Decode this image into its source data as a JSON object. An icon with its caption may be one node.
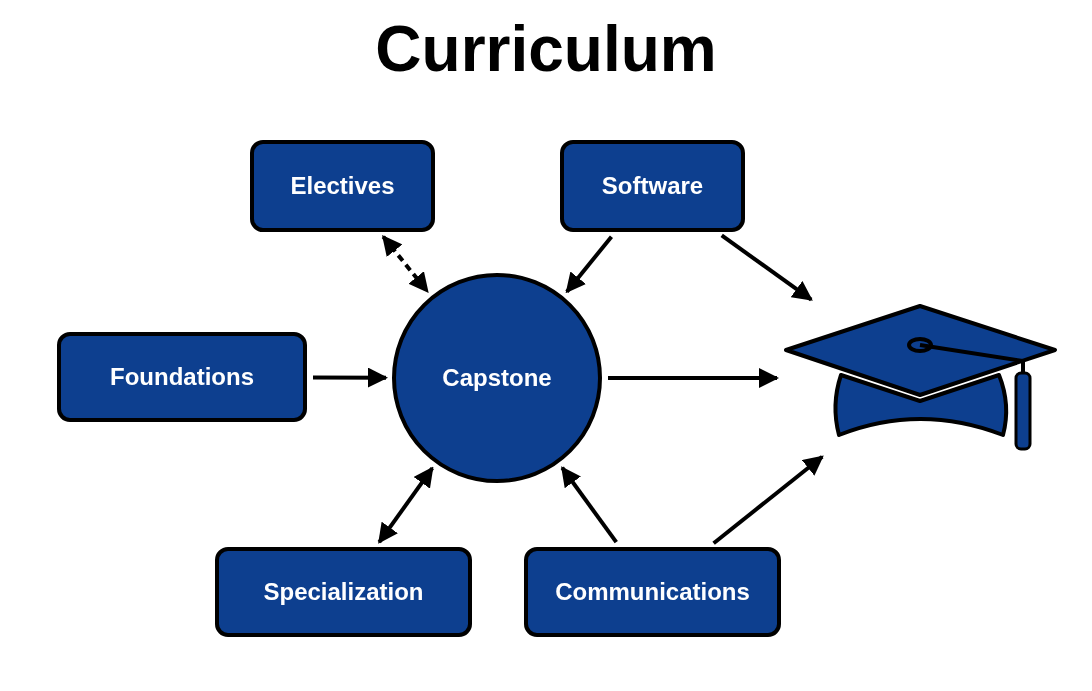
{
  "diagram": {
    "title": "Curriculum",
    "nodes": [
      {
        "text": [
          "Electives"
        ]
      },
      {
        "text": [
          "Software"
        ]
      },
      {
        "text": [
          "Foundations"
        ]
      },
      {
        "text": [
          "Capstone"
        ]
      },
      {
        "text": [],
        "shape": "picture"
      },
      {
        "text": [
          "Specialization"
        ]
      },
      {
        "text": [
          "Communications"
        ]
      }
    ],
    "edges": [
      {
        "from": 0,
        "to": 3,
        "arrow": "both",
        "style": "dashed"
      },
      {
        "from": 1,
        "to": 3,
        "arrow": "to"
      },
      {
        "from": 1,
        "to": 4,
        "arrow": "to"
      },
      {
        "from": 2,
        "to": 3,
        "arrow": "to"
      },
      {
        "from": 3,
        "to": 4,
        "arrow": "to"
      },
      {
        "from": 5,
        "to": 3,
        "arrow": "both"
      },
      {
        "from": 6,
        "to": 3,
        "arrow": "to"
      },
      {
        "from": 6,
        "to": 4,
        "arrow": "to"
      }
    ]
  }
}
